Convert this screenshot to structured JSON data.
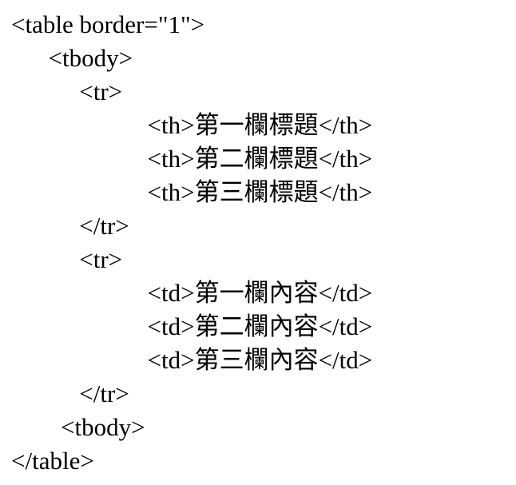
{
  "page": {
    "background_color": "#ffffff",
    "text_color": "#000000",
    "content_kind": "html-source-code-snippet"
  },
  "code_listing": {
    "language": "html",
    "lines": [
      "<table border=\"1\">",
      "      <tbody>",
      "           <tr>",
      "                      <th>第一欄標題</th>",
      "                      <th>第二欄標題</th>",
      "                      <th>第三欄標題</th>",
      "           </tr>",
      "           <tr>",
      "                      <td>第一欄內容</td>",
      "                      <td>第二欄內容</td>",
      "                      <td>第三欄內容</td>",
      "           </tr>",
      "        <tbody>",
      "</table>"
    ]
  }
}
